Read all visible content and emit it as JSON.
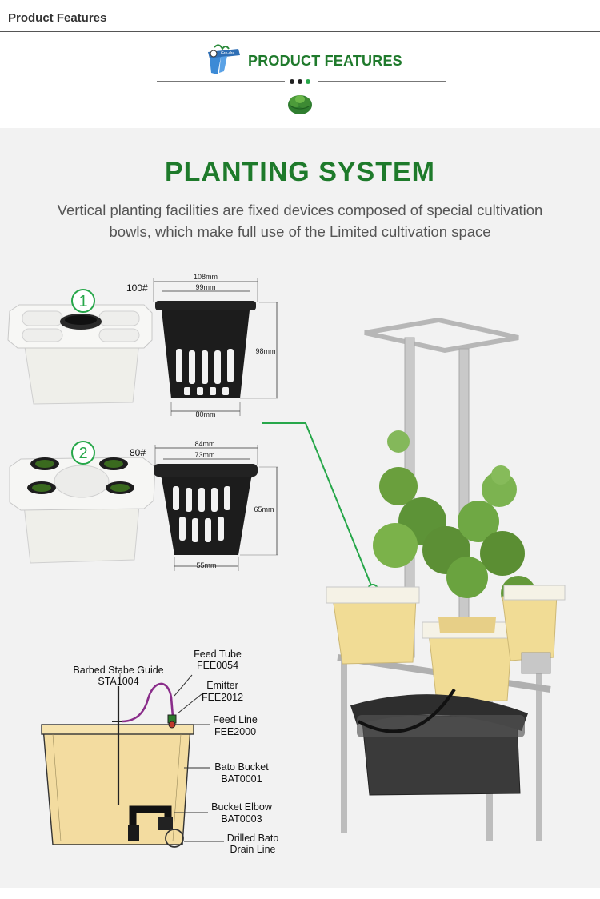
{
  "topbar": {
    "title": "Product Features"
  },
  "header": {
    "heading": "PRODUCT FEATURES",
    "logo_text": "Gro-dre"
  },
  "section": {
    "title": "PLANTING SYSTEM",
    "description_line1": "Vertical planting facilities are fixed devices composed of special cultivation",
    "description_line2": "bowls, which make full use of the Limited cultivation space"
  },
  "bucket1": {
    "badge": "1",
    "size_label": "100#",
    "top_outer": "108mm",
    "top_inner": "99mm",
    "height": "98mm",
    "bottom": "80mm"
  },
  "bucket2": {
    "badge": "2",
    "size_label": "80#",
    "top_outer": "84mm",
    "top_inner": "73mm",
    "height": "65mm",
    "bottom": "55mm"
  },
  "diagram": {
    "barbed_line1": "Barbed Stabe Guide",
    "barbed_line2": "STA1004",
    "feed_tube_line1": "Feed Tube",
    "feed_tube_line2": "FEE0054",
    "emitter_line1": "Emitter",
    "emitter_line2": "FEE2012",
    "feed_line_line1": "Feed Line",
    "feed_line_line2": "FEE2000",
    "bato_bucket_line1": "Bato Bucket",
    "bato_bucket_line2": "BAT0001",
    "bucket_elbow_line1": "Bucket Elbow",
    "bucket_elbow_line2": "BAT0003",
    "drain_line1": "Drilled Bato",
    "drain_line2": "Drain Line"
  },
  "colors": {
    "brand_green": "#1e7a2b",
    "accent_green": "#27a74a",
    "bucket_yellow": "#f3dca0"
  }
}
